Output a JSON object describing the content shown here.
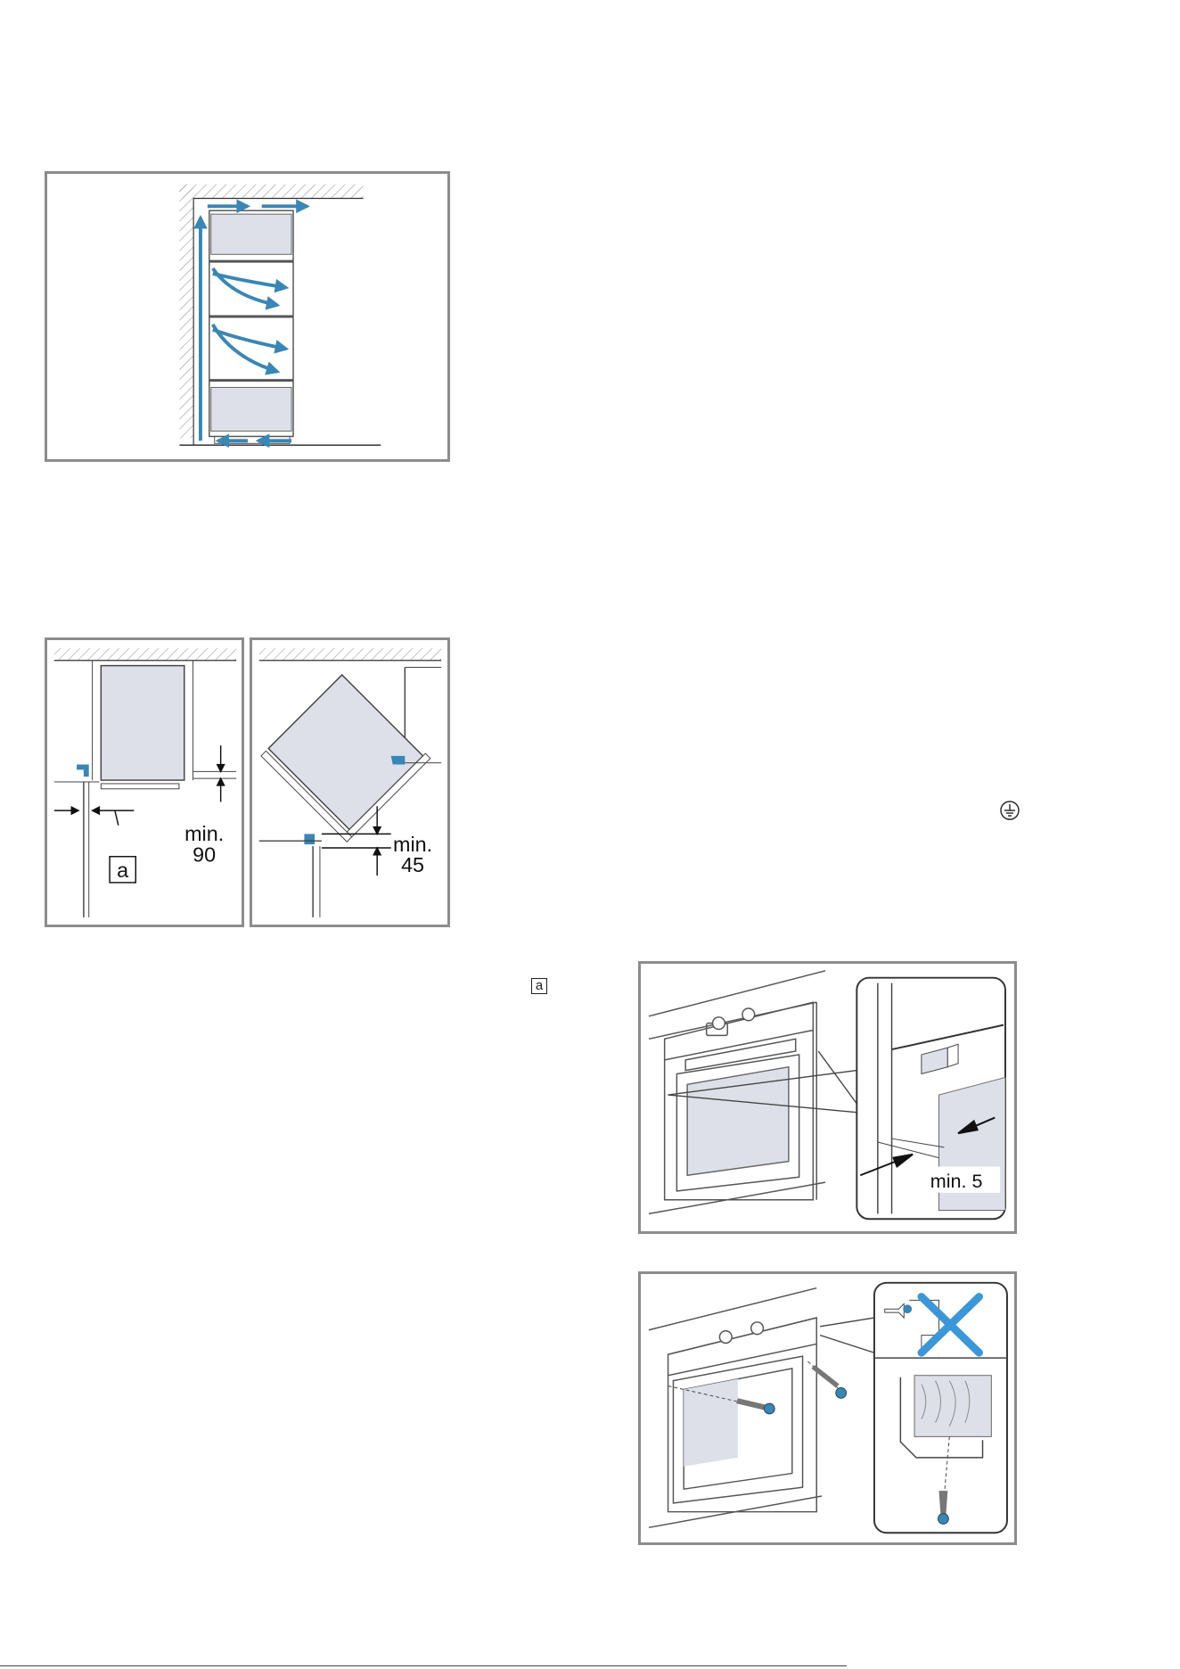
{
  "figures": {
    "airflow": {},
    "clearance_straight": {
      "label_a": "a",
      "min_text": "min.",
      "min_value": "90"
    },
    "clearance_tilted": {
      "min_text": "min.",
      "min_value": "45"
    },
    "gap": {
      "label": "min. 5"
    },
    "screw_mount": {}
  },
  "inline_marks": {
    "ref_a": "a"
  },
  "icons": [
    "ground-symbol-icon",
    "wrong-icon",
    "screw-icon"
  ],
  "colors": {
    "arrow_blue": "#3a86b4",
    "cabinet_fill": "#dde0e8",
    "frame_gray": "#8c8c8c",
    "x_blue": "#3d97d6"
  }
}
